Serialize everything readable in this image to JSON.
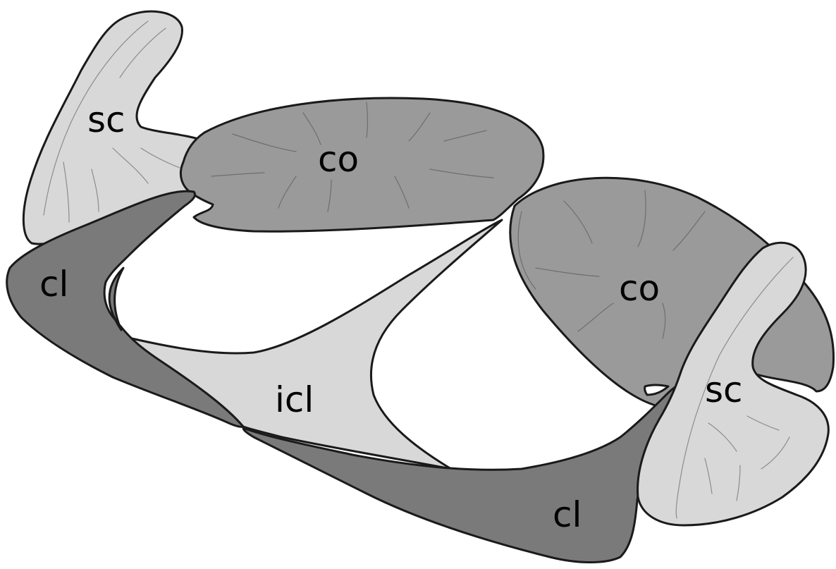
{
  "labels": {
    "scapula_left": "sc",
    "coracoid_left": "co",
    "clavicle_left": "cl",
    "interclavicle": "icl",
    "coracoid_right": "co",
    "scapula_right": "sc",
    "clavicle_right": "cl"
  },
  "colors": {
    "light_bone": "#d9d8d9",
    "mid_bone": "#9a9a9a",
    "dark_bone": "#7a7a7a",
    "outline": "#1a1a1a"
  }
}
